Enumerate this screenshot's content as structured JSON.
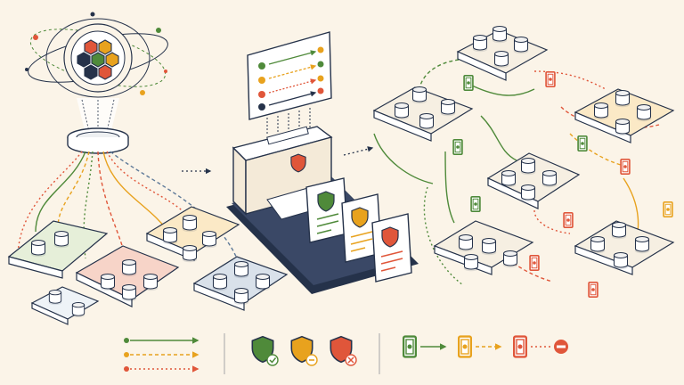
{
  "colors": {
    "background": "#fbf4e8",
    "ink": "#25324a",
    "navy": "#1f2a44",
    "green": "#4f8a3a",
    "green_light": "#dcebc9",
    "amber": "#e8a21e",
    "amber_light": "#fbe2b3",
    "red": "#e0563a",
    "red_light": "#f7cfc3",
    "slate": "#5f7a99",
    "slate_light": "#d7e0ea",
    "machine": "#f4ead8",
    "platform": "#f6efe2"
  },
  "icons": {
    "hub": "hexagon-cluster-icon",
    "node": "database-cylinder-icon",
    "policy_card": "shield-document-icon",
    "gate": "gateway-pass-icon",
    "legend_allow": "shield-check-icon",
    "legend_warn": "shield-minus-icon",
    "legend_deny": "shield-x-icon",
    "legend_stop": "no-entry-icon"
  },
  "legend": {
    "line_styles": [
      "solid-arrow",
      "dashed-arrow",
      "dotted-arrow"
    ],
    "shield_states": [
      "allow",
      "warn",
      "deny"
    ],
    "gate_flow": [
      "open-gate",
      "checked-gate",
      "blocked-gate",
      "stop"
    ]
  }
}
